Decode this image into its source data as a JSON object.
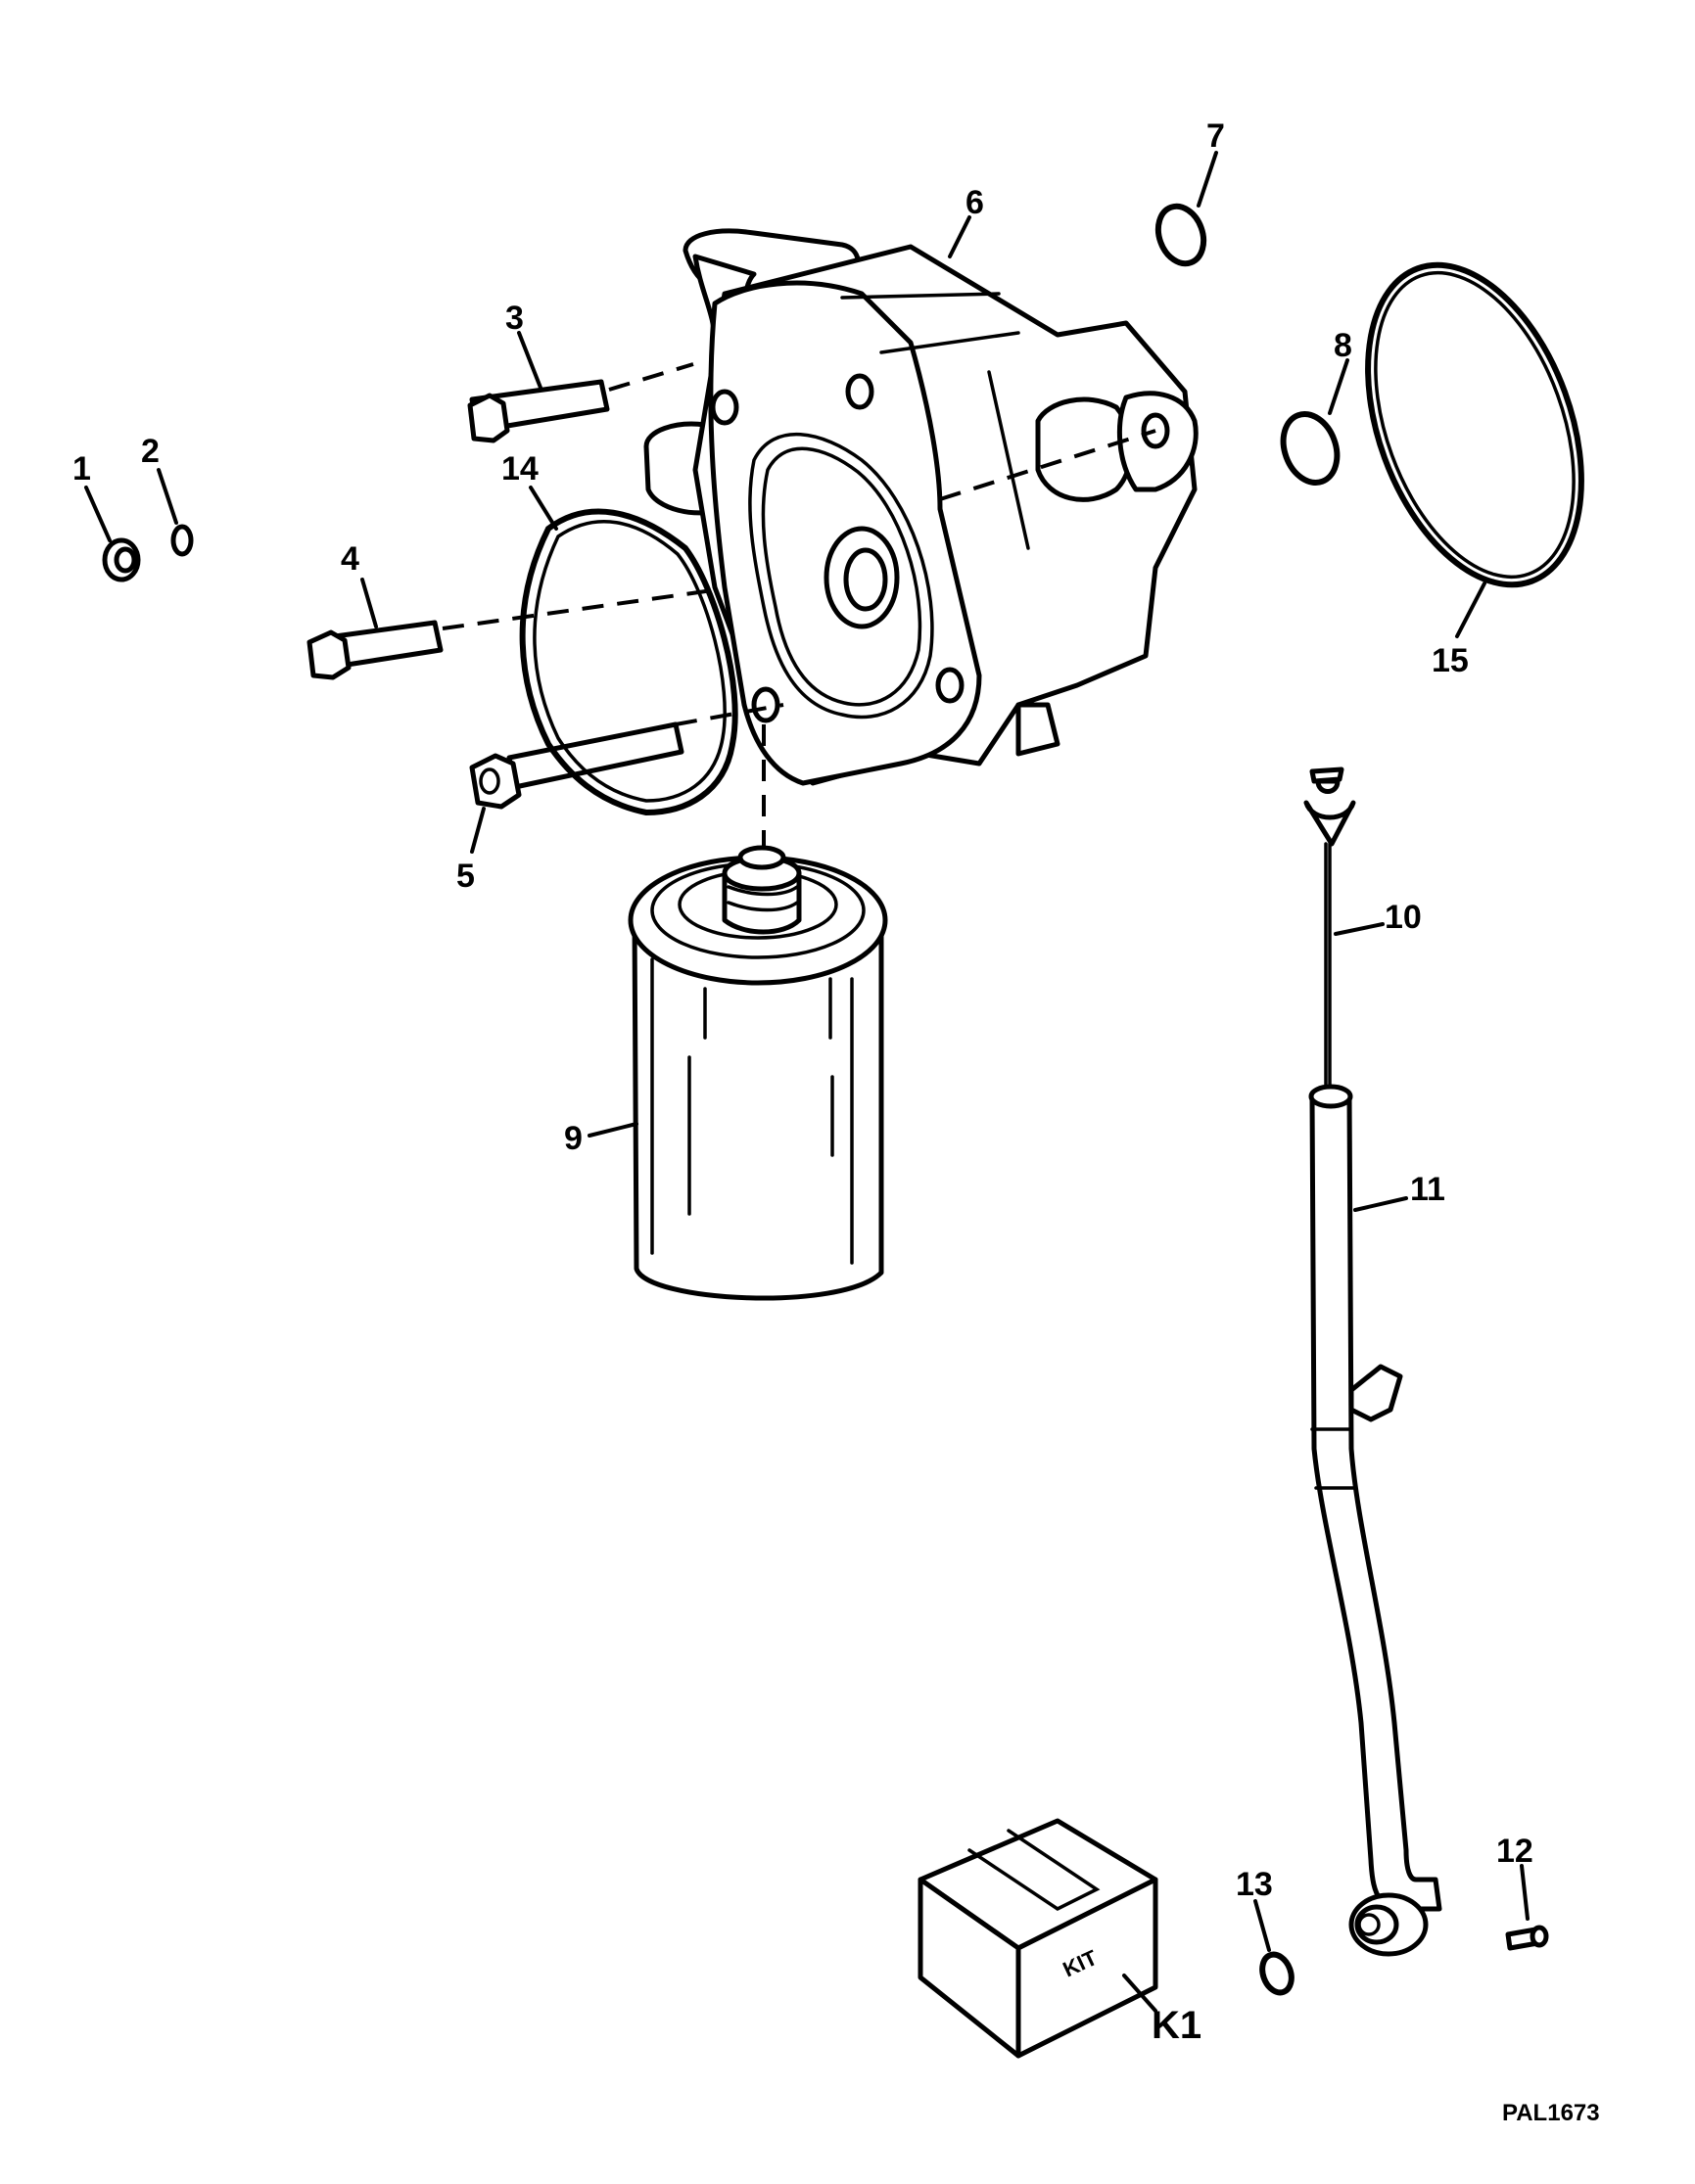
{
  "diagram_id": "PAL1673",
  "kit_box_text": "KIT",
  "callouts": {
    "c1": "1",
    "c2": "2",
    "c3": "3",
    "c4": "4",
    "c5": "5",
    "c6": "6",
    "c7": "7",
    "c8": "8",
    "c9": "9",
    "c10": "10",
    "c11": "11",
    "c12": "12",
    "c13": "13",
    "c14": "14",
    "c15": "15",
    "k1": "K1"
  },
  "colors": {
    "line": "#000000",
    "background": "#ffffff"
  }
}
